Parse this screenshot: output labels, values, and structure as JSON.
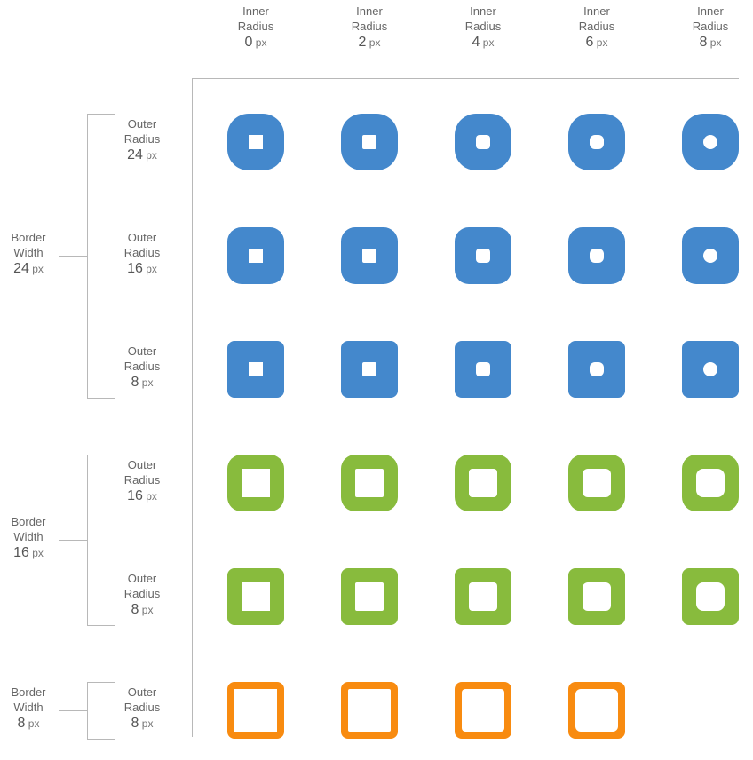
{
  "colors": {
    "border24": "#4488CC",
    "border16": "#88BB3D",
    "border8": "#F88B10"
  },
  "columns": [
    {
      "line1": "Inner",
      "line2": "Radius",
      "value": "0",
      "unit": "px",
      "inner_radius": 0
    },
    {
      "line1": "Inner",
      "line2": "Radius",
      "value": "2",
      "unit": "px",
      "inner_radius": 2
    },
    {
      "line1": "Inner",
      "line2": "Radius",
      "value": "4",
      "unit": "px",
      "inner_radius": 4
    },
    {
      "line1": "Inner",
      "line2": "Radius",
      "value": "6",
      "unit": "px",
      "inner_radius": 6
    },
    {
      "line1": "Inner",
      "line2": "Radius",
      "value": "8",
      "unit": "px",
      "inner_radius": 8
    }
  ],
  "groups": [
    {
      "line1": "Border",
      "line2": "Width",
      "value": "24",
      "unit": "px",
      "border_width": 24,
      "color": "#4488CC",
      "rows": [
        {
          "line1": "Outer",
          "line2": "Radius",
          "value": "24",
          "unit": "px",
          "outer_radius": 24,
          "count": 5
        },
        {
          "line1": "Outer",
          "line2": "Radius",
          "value": "16",
          "unit": "px",
          "outer_radius": 16,
          "count": 5
        },
        {
          "line1": "Outer",
          "line2": "Radius",
          "value": "8",
          "unit": "px",
          "outer_radius": 8,
          "count": 5
        }
      ]
    },
    {
      "line1": "Border",
      "line2": "Width",
      "value": "16",
      "unit": "px",
      "border_width": 16,
      "color": "#88BB3D",
      "rows": [
        {
          "line1": "Outer",
          "line2": "Radius",
          "value": "16",
          "unit": "px",
          "outer_radius": 16,
          "count": 5
        },
        {
          "line1": "Outer",
          "line2": "Radius",
          "value": "8",
          "unit": "px",
          "outer_radius": 8,
          "count": 5
        }
      ]
    },
    {
      "line1": "Border",
      "line2": "Width",
      "value": "8",
      "unit": "px",
      "border_width": 8,
      "color": "#F88B10",
      "rows": [
        {
          "line1": "Outer",
          "line2": "Radius",
          "value": "8",
          "unit": "px",
          "outer_radius": 8,
          "count": 4
        }
      ]
    }
  ]
}
